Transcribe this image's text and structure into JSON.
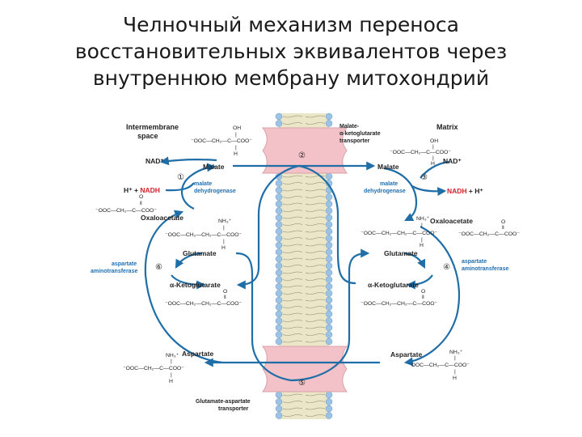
{
  "title": {
    "line1": "Челночный механизм переноса",
    "line2": "восстановительных эквивалентов через",
    "line3": "внутреннюю мембрану митохондрий"
  },
  "regions": {
    "intermembrane": "Intermembrane",
    "intermembrane2": "space",
    "matrix": "Matrix"
  },
  "transporters": {
    "malate_1": "Malate-",
    "malate_2": "α-ketoglutarate",
    "malate_3": "transporter",
    "glu_asp_1": "Glutamate-aspartate",
    "glu_asp_2": "transporter"
  },
  "steps": [
    "①",
    "②",
    "③",
    "④",
    "⑤",
    "⑥"
  ],
  "left": {
    "nad": "NAD⁺",
    "malate": "Malate",
    "h_nadh_pre": "H⁺ + ",
    "nadh": "NADH",
    "mdh_1": "malate",
    "mdh_2": "dehydrogenase",
    "oxaloacetate": "Oxaloacetate",
    "glutamate": "Glutamate",
    "ast_1": "aspartate",
    "ast_2": "aminotransferase",
    "akg": "α-Ketoglutarate",
    "aspartate": "Aspartate"
  },
  "right": {
    "nad": "NAD⁺",
    "malate": "Malate",
    "nadh": "NADH",
    "h_post": " + H⁺",
    "mdh_1": "malate",
    "mdh_2": "dehydrogenase",
    "oxaloacetate": "Oxaloacetate",
    "glutamate": "Glutamate",
    "ast_1": "aspartate",
    "ast_2": "aminotransferase",
    "akg": "α-Ketoglutarate",
    "aspartate": "Aspartate"
  },
  "formulas": {
    "malate_oh": "OH",
    "malate_bond": "|",
    "malate_chain": "⁻OOC—CH₂—C—COO⁻",
    "malate_h": "H",
    "oaa_o": "O",
    "oaa_bond": "‖",
    "oaa_chain": "⁻OOC—CH₂—C—COO⁻",
    "glu_nh3": "NH₃⁺",
    "glu_chain": "⁻OOC—CH₂—CH₂—C—COO⁻",
    "glu_h": "H",
    "akg_o": "O",
    "akg_chain": "⁻OOC—CH₂—CH₂—C—COO⁻",
    "asp_nh3": "NH₃⁺",
    "asp_chain": "⁻OOC—CH₂—C—COO⁻",
    "asp_h": "H"
  },
  "colors": {
    "arrow": "#1f6ea8",
    "enzyme_text": "#1f6fb0",
    "nadh_red": "#d0202a",
    "transporter": "#f2c2c8",
    "membrane_head": "#9cc3e4",
    "membrane_tail": "#ece6c8"
  }
}
